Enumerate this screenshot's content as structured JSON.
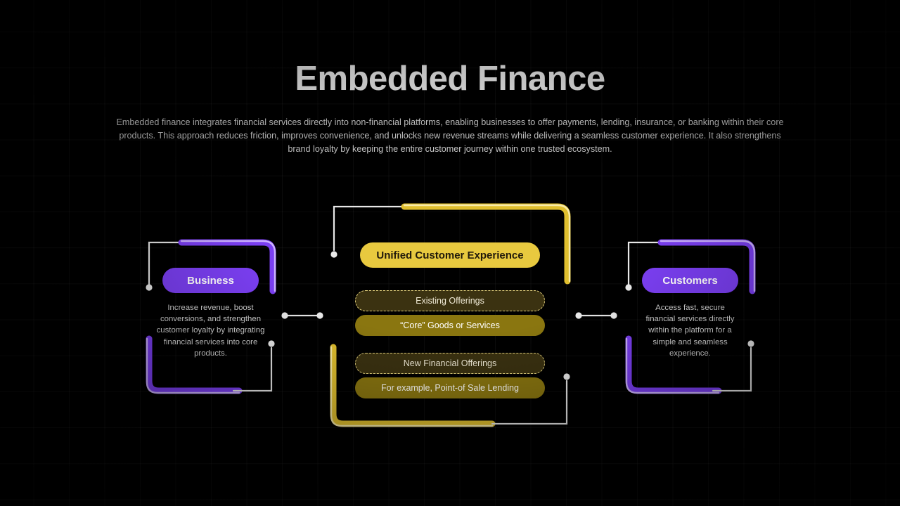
{
  "page": {
    "title": "Embedded Finance",
    "description": "Embedded finance integrates financial services directly into non-financial platforms, enabling businesses to offer payments, lending, insurance, or banking within their core products. This approach reduces friction, improves convenience, and unlocks new revenue streams while delivering a seamless customer experience. It also strengthens brand loyalty by keeping the entire customer journey within one trusted ecosystem."
  },
  "colors": {
    "background": "#000000",
    "purple": "#7b3ff2",
    "purple_highlight": "#c4a6ff",
    "gold": "#e8c93f",
    "gold_highlight": "#f7eaa8",
    "olive_dark": "#3b3211",
    "olive_solid": "#8a7610",
    "connector": "#e8e8e8",
    "title_text": "#f2f2f2",
    "body_text": "#c9c9c9"
  },
  "diagram": {
    "left": {
      "label": "Business",
      "description": "Increase revenue, boost conversions, and strengthen customer loyalty by integrating financial services into core products."
    },
    "right": {
      "label": "Customers",
      "description": "Access fast, secure financial services directly within the platform for a simple and seamless experience."
    },
    "center": {
      "label": "Unified Customer Experience",
      "groups": [
        {
          "heading": "Existing Offerings",
          "example": "“Core” Goods or Services"
        },
        {
          "heading": "New Financial Offerings",
          "example": "For example, Point-of Sale Lending"
        }
      ]
    }
  }
}
